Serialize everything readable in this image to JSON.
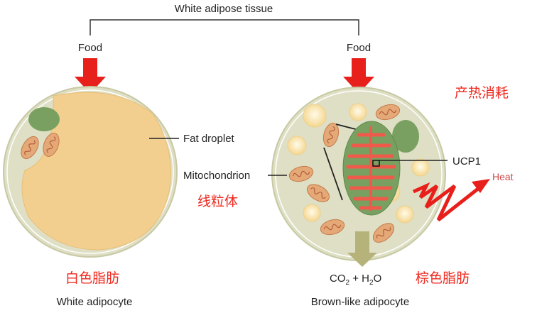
{
  "title": "White adipose tissue",
  "food_left": "Food",
  "food_right": "Food",
  "labels": {
    "fat_droplet": "Fat droplet",
    "mitochondrion": "Mitochondrion",
    "ucp1": "UCP1",
    "heat": "Heat",
    "co2": "CO",
    "co2_sub": "2",
    "plus_h": " + H",
    "h2o_sub": "2",
    "o": "O",
    "white_adipocyte": "White adipocyte",
    "brown_adipocyte": "Brown-like adipocyte"
  },
  "annotations_cn": {
    "thermogenesis": "产热消耗",
    "mitochondria": "线粒体",
    "white_fat": "白色脂肪",
    "brown_fat": "棕色脂肪"
  },
  "colors": {
    "red": "#e8201c",
    "cell": "#dedfc4",
    "droplet": "#f2cf8f",
    "nucleus": "#79a061",
    "olive": "#b5b27a"
  }
}
